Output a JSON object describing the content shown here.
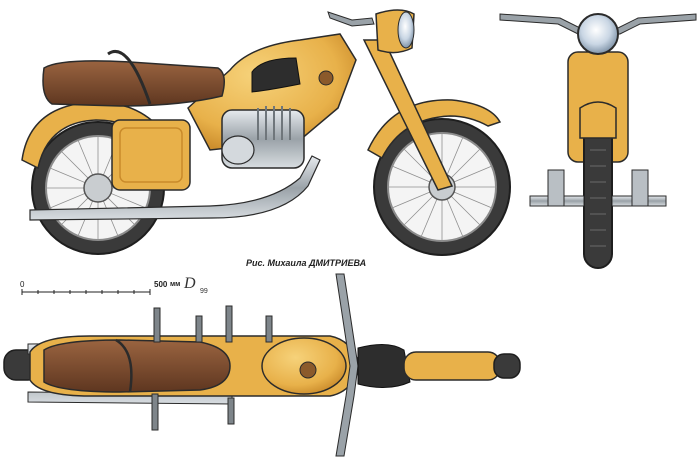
{
  "caption": {
    "prefix": "Рис. Михаила",
    "author": "ДМИТРИЕВА"
  },
  "scale_bar": {
    "zero_label": "0",
    "max_label": "500",
    "unit": "мм"
  },
  "signature": {
    "initial": "D",
    "year": "99"
  },
  "colors": {
    "body_yellow": "#e8b14a",
    "body_shade": "#c98a2a",
    "seat_brown": "#7a4a2c",
    "chrome": "#b9bfc4",
    "tire": "#3a3a3a",
    "outline": "#2b2b2b"
  }
}
